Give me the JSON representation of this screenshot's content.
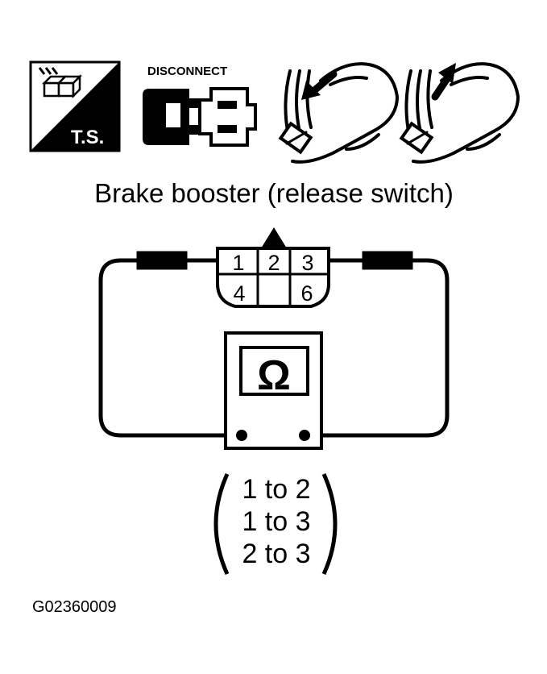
{
  "icons": {
    "ts_icon_label": "T.S.",
    "disconnect_label": "DISCONNECT",
    "names": [
      "ts-icon",
      "disconnect-icon",
      "pedal-depress-icon",
      "pedal-release-icon"
    ]
  },
  "title": "Brake booster (release switch)",
  "connector": {
    "top_pins": [
      "1",
      "2",
      "3"
    ],
    "bottom_pins": [
      "4",
      "",
      "6"
    ]
  },
  "meter": {
    "symbol": "Ω"
  },
  "measurements": [
    "1 to 2",
    "1 to 3",
    "2 to 3"
  ],
  "figure_id": "G02360009",
  "colors": {
    "ink": "#000000",
    "paper": "#ffffff"
  }
}
